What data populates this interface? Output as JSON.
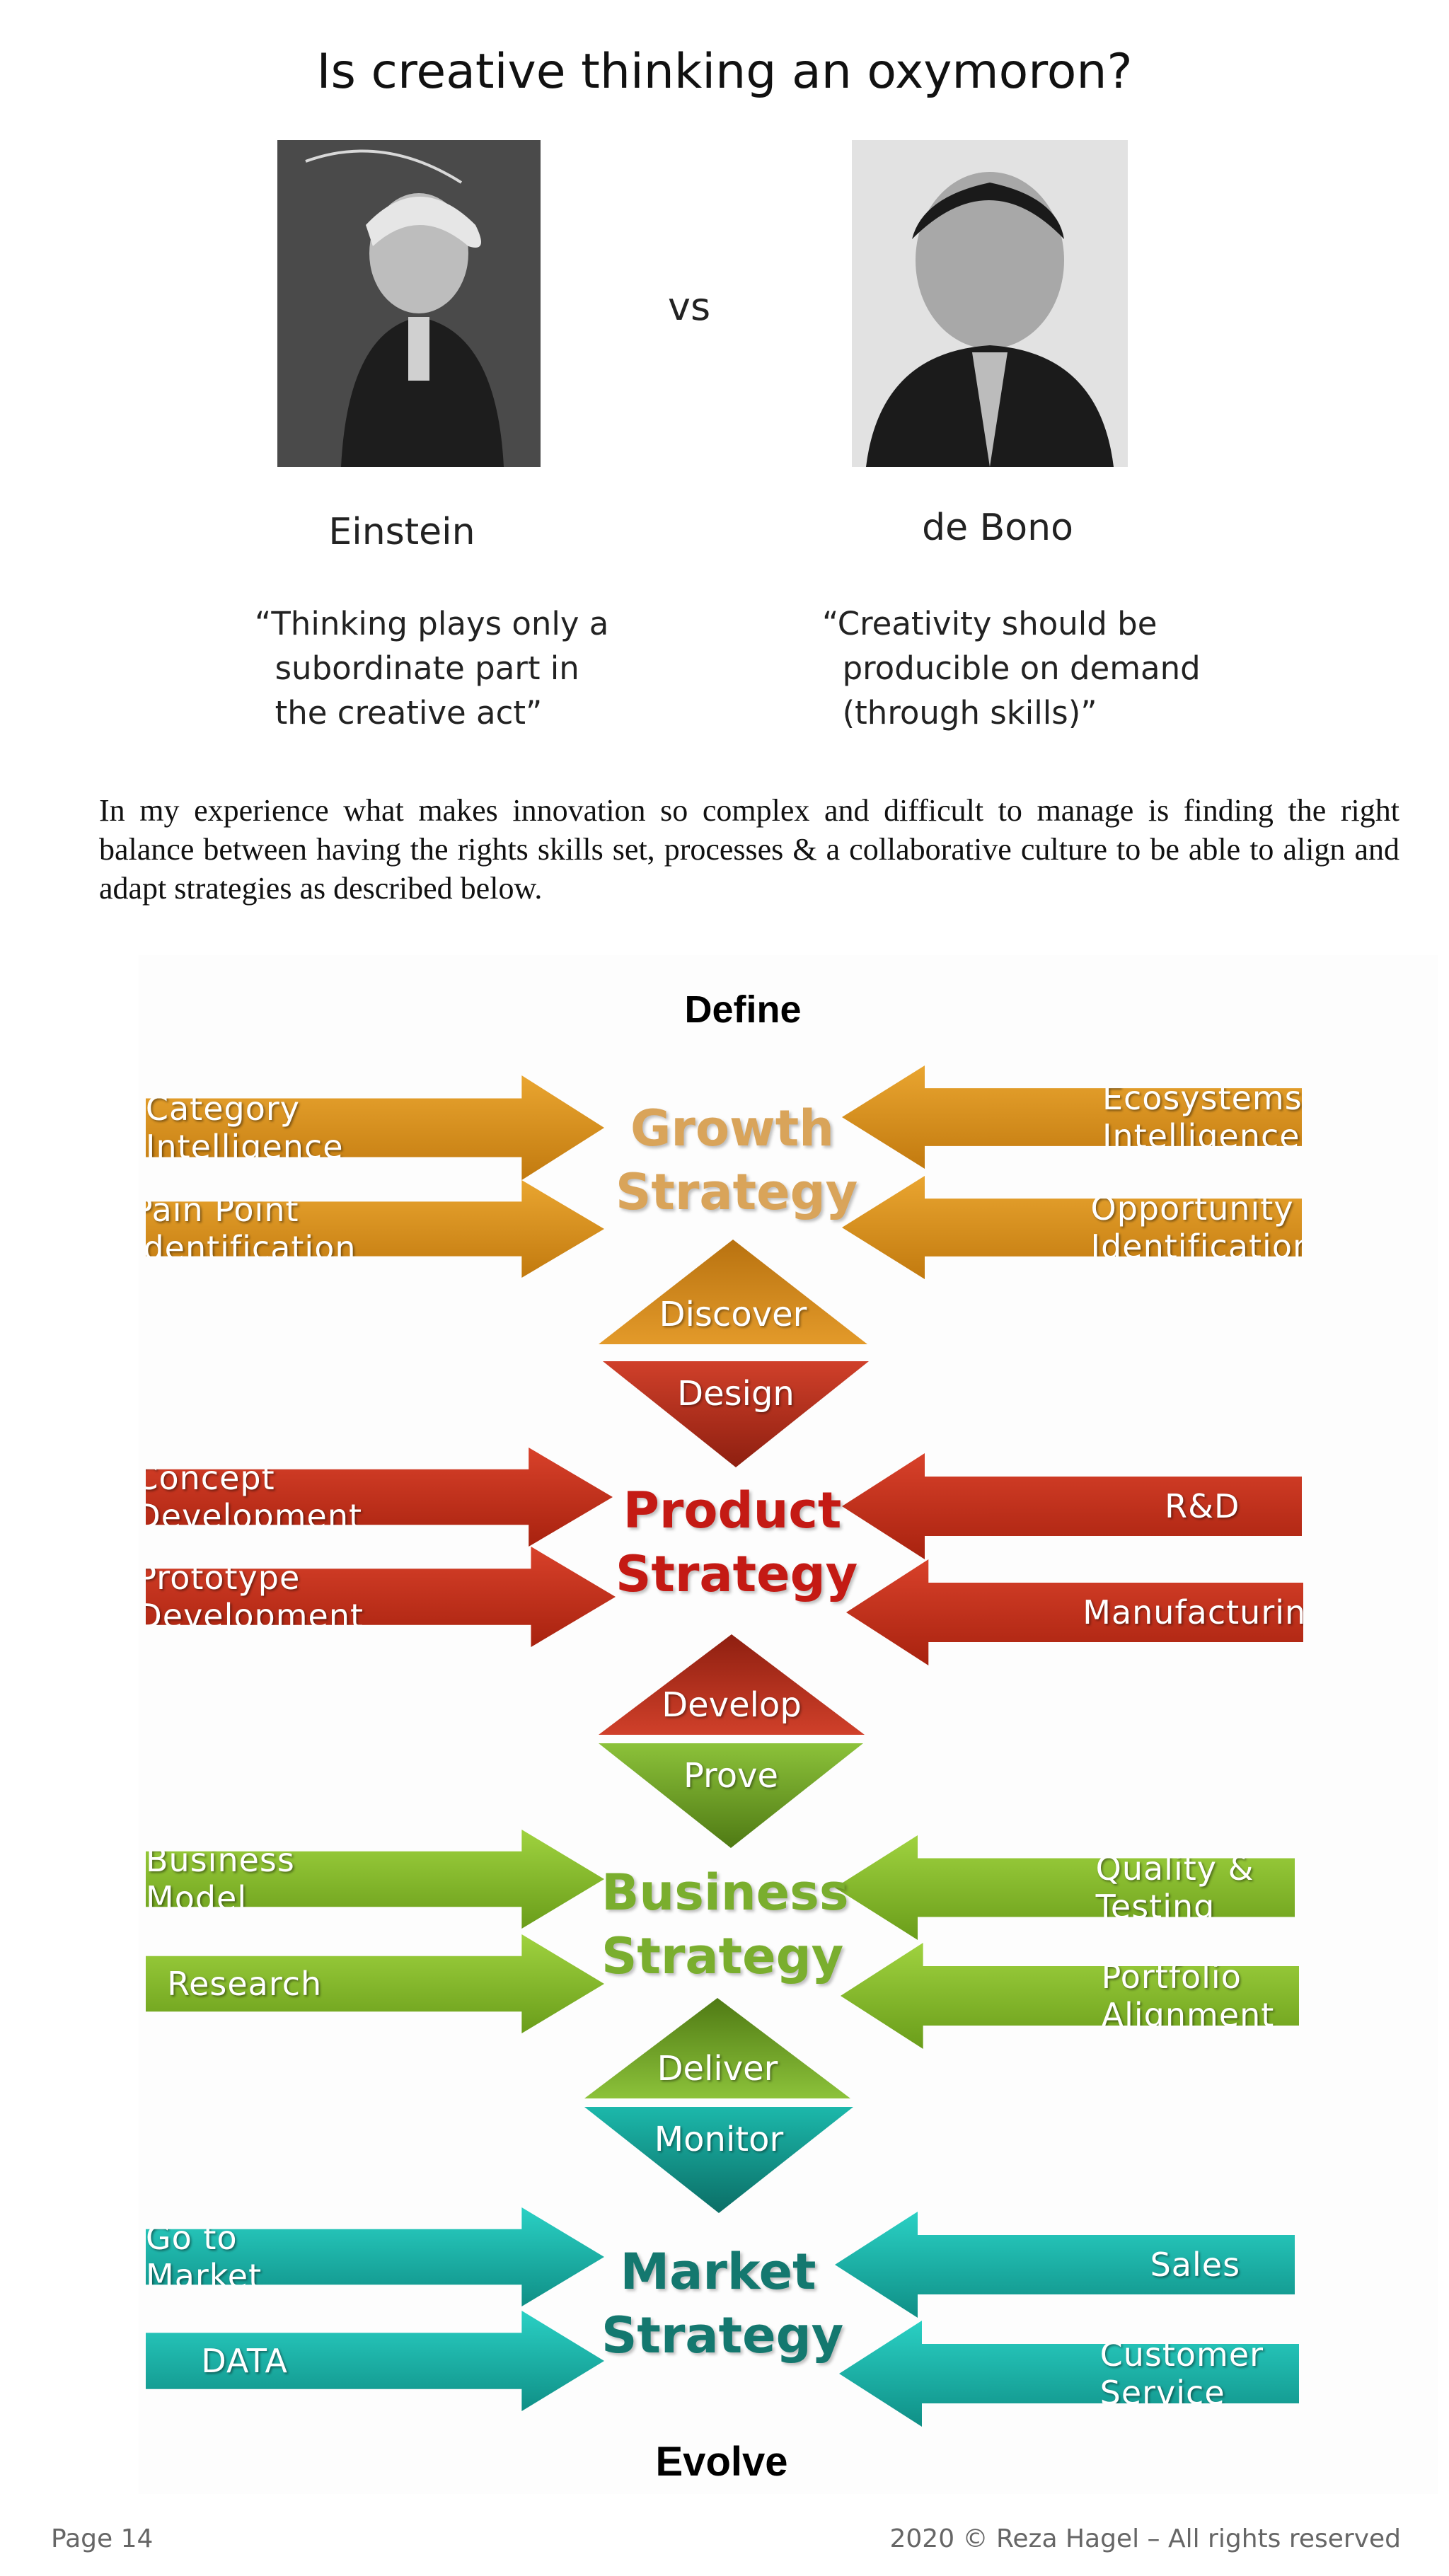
{
  "title": "Is creative thinking an oxymoron?",
  "vs": "vs",
  "people": [
    {
      "name": "Einstein",
      "quote": "“Thinking plays only a\n  subordinate part in\n  the creative act”"
    },
    {
      "name": "de Bono",
      "quote": "“Creativity should be\n  producible on demand\n  (through skills)”"
    }
  ],
  "paragraph": "In my experience what makes innovation so complex and difficult to manage is finding the right balance between having the rights skills set, processes & a collaborative culture to be able to align and adapt strategies as described below.",
  "diagram": {
    "top_label": "Define",
    "bottom_label": "Evolve",
    "colors": {
      "growth": "#d08a1a",
      "product": "#c0301e",
      "business": "#7cb52a",
      "market": "#14b0a6"
    },
    "growth": {
      "title_line1": "Growth",
      "title_line2": "Strategy",
      "left": [
        "Category Intelligence",
        "Pain Point Identification"
      ],
      "right": [
        "Ecosystems Intelligence",
        "Opportunity Identification"
      ]
    },
    "triangles": [
      "Discover",
      "Design",
      "Develop",
      "Prove",
      "Deliver",
      "Monitor"
    ],
    "product": {
      "title_line1": "Product",
      "title_line2": "Strategy",
      "left": [
        "Concept Development",
        "Prototype Development"
      ],
      "right": [
        "R&D",
        "Manufacturing"
      ]
    },
    "business": {
      "title_line1": "Business",
      "title_line2": "Strategy",
      "left": [
        "Business Model",
        "Research"
      ],
      "right": [
        "Quality & Testing",
        "Portfolio Alignment"
      ]
    },
    "market": {
      "title_line1": "Market",
      "title_line2": "Strategy",
      "left": [
        "Go  to Market",
        "DATA"
      ],
      "right": [
        "Sales",
        "Customer Service"
      ]
    }
  },
  "footer": {
    "page": "Page 14",
    "copyright": "2020 © Reza Hagel – All rights reserved"
  }
}
